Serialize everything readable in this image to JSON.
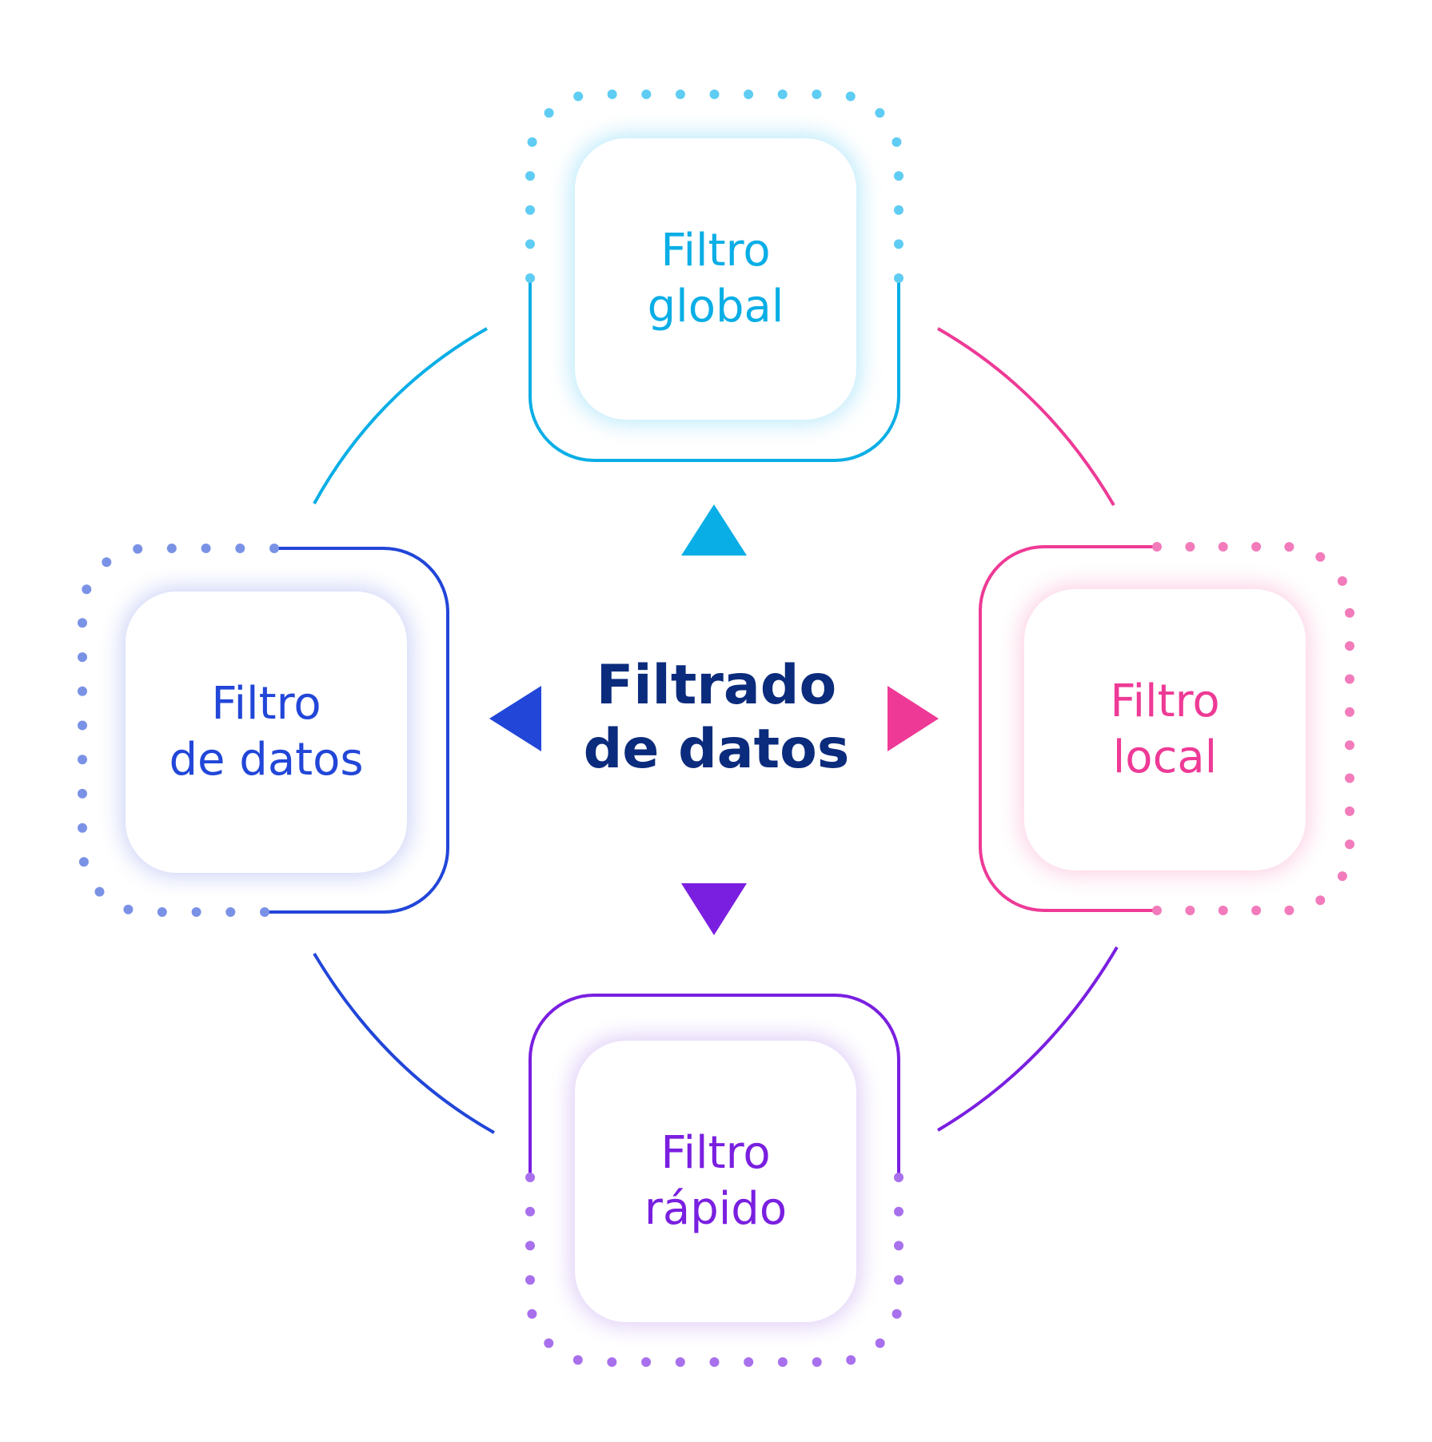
{
  "center": {
    "line1": "Filtrado",
    "line2": "de datos"
  },
  "nodes": {
    "global": {
      "line1": "Filtro",
      "line2": "global"
    },
    "datos": {
      "line1": "Filtro",
      "line2": "de datos"
    },
    "local": {
      "line1": "Filtro",
      "line2": "local"
    },
    "rapido": {
      "line1": "Filtro",
      "line2": "rápido"
    }
  },
  "colors": {
    "global": "#0aaee6",
    "datos": "#2146d8",
    "local": "#ee3a96",
    "rapido": "#7a1fe0",
    "center_text": "#0b2b7c",
    "global_dots": "#5fcdf3",
    "datos_dots": "#7a92e6",
    "local_dots": "#f27bbb",
    "rapido_dots": "#a870ec"
  }
}
